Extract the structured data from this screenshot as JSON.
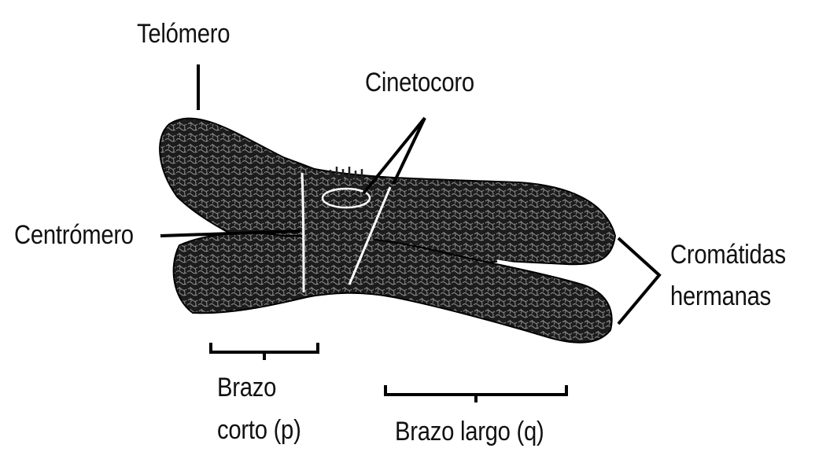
{
  "labels": {
    "telomere": "Telómero",
    "kinetochore": "Cinetocoro",
    "centromere": "Centrómero",
    "sister_chromatids_line1": "Cromátidas",
    "sister_chromatids_line2": "hermanas",
    "short_arm_line1": "Brazo",
    "short_arm_line2": "corto (p)",
    "long_arm": "Brazo largo (q)"
  },
  "colors": {
    "background": "#ffffff",
    "chromatin": "#1c1c1c",
    "line": "#000000"
  }
}
